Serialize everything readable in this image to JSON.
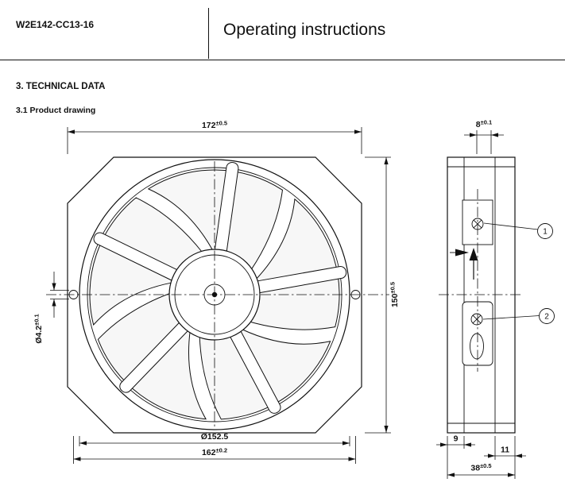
{
  "header": {
    "product_code": "W2E142-CC13-16",
    "title": "Operating instructions"
  },
  "section": {
    "heading": "3. TECHNICAL DATA",
    "subheading": "3.1 Product drawing"
  },
  "drawing": {
    "front_view": {
      "dim_width": {
        "value": "172",
        "tol": "±0.5"
      },
      "dim_height": {
        "value": "150",
        "tol": "±0.5"
      },
      "dim_hole": {
        "value": "Ø4.2",
        "tol": "±0.1"
      },
      "dim_circle": {
        "value": "Ø152.5",
        "tol": ""
      },
      "dim_pitch": {
        "value": "162",
        "tol": "±0.2"
      }
    },
    "side_view": {
      "dim_top": {
        "value": "8",
        "tol": "±0.1"
      },
      "dim_flange": {
        "value": "9",
        "tol": ""
      },
      "dim_right": {
        "value": "11",
        "tol": ""
      },
      "dim_depth": {
        "value": "38",
        "tol": "±0.5"
      },
      "callout_1": "1",
      "callout_2": "2"
    }
  }
}
